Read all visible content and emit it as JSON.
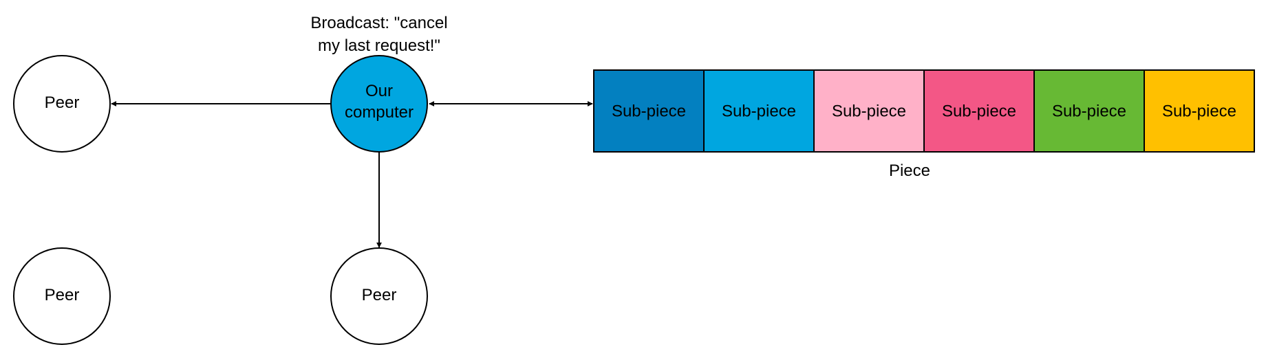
{
  "broadcast": {
    "line1": "Broadcast: \"cancel",
    "line2": "my last request!\""
  },
  "nodes": {
    "peer_top_left": {
      "label": "Peer",
      "fill": "#ffffff"
    },
    "our_computer": {
      "line1": "Our",
      "line2": "computer",
      "fill": "#00a6e0"
    },
    "peer_bottom_left": {
      "label": "Peer",
      "fill": "#ffffff"
    },
    "peer_bottom_middle": {
      "label": "Peer",
      "fill": "#ffffff"
    }
  },
  "piece": {
    "caption": "Piece",
    "cells": [
      {
        "label": "Sub-piece",
        "color": "#0380c0"
      },
      {
        "label": "Sub-piece",
        "color": "#00a6e0"
      },
      {
        "label": "Sub-piece",
        "color": "#ffb1c8"
      },
      {
        "label": "Sub-piece",
        "color": "#f35786"
      },
      {
        "label": "Sub-piece",
        "color": "#67b934"
      },
      {
        "label": "Sub-piece",
        "color": "#ffc000"
      }
    ]
  }
}
